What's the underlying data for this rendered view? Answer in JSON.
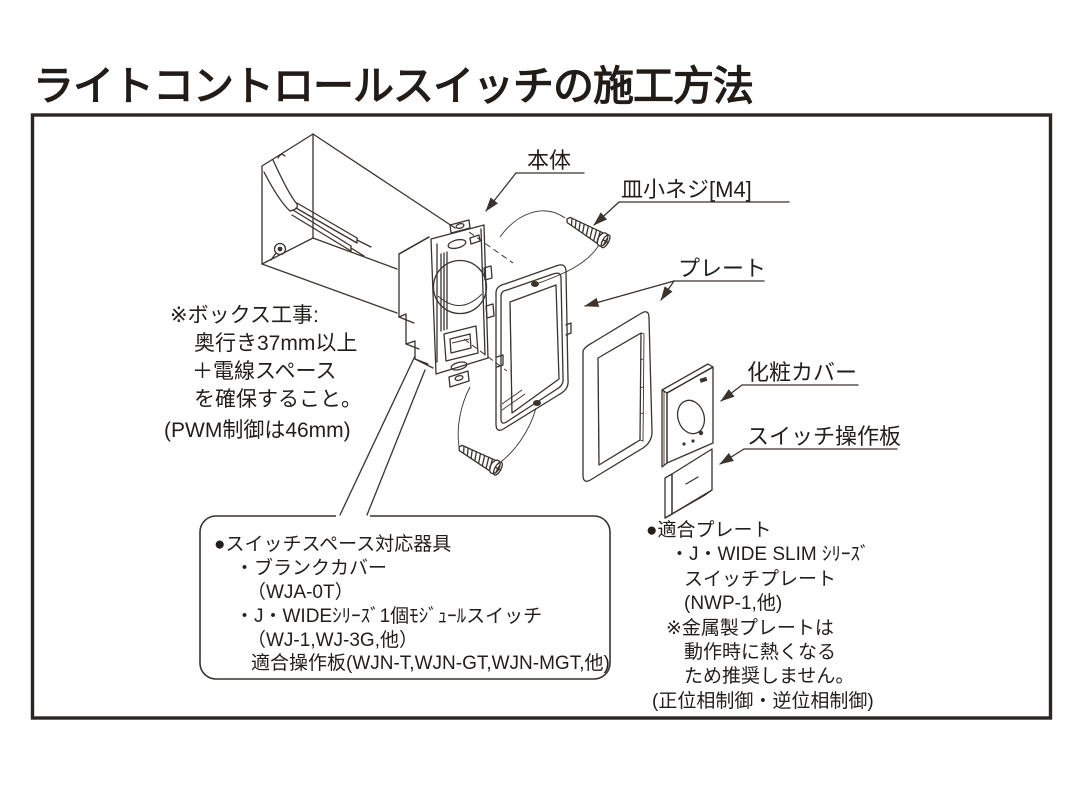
{
  "page": {
    "title": "ライトコントロールスイッチの施工方法"
  },
  "labels": {
    "body": "本体",
    "screw_m4": "皿小ネジ[M4]",
    "plate": "プレート",
    "cosmetic_cover": "化粧カバー",
    "switch_panel": "スイッチ操作板"
  },
  "notes": {
    "box_work": [
      "※ボックス工事:",
      "奥行き37mm以上",
      "＋電線スペース",
      "を確保すること。",
      "(PWM制御は46mm)"
    ],
    "switch_space": [
      "●スイッチスペース対応器具",
      "・ブランクカバー",
      "（WJA-0T）",
      "・J・WIDEｼﾘｰｽﾞ1個ﾓｼﾞｭｰﾙスイッチ",
      "（WJ-1,WJ-3G,他）",
      "適合操作板(WJN-T,WJN-GT,WJN-MGT,他)"
    ],
    "plate_note": [
      "●適合プレート",
      "・J・WIDE SLIM ｼﾘｰｽﾞ",
      "スイッチプレート",
      "(NWP-1,他)",
      "※金属製プレートは",
      "動作時に熱くなる",
      "ため推奨しません。",
      "(正位相制御・逆位相制御)"
    ]
  },
  "colors": {
    "line": "#3a332e",
    "text": "#221e1b",
    "background": "#ffffff"
  }
}
